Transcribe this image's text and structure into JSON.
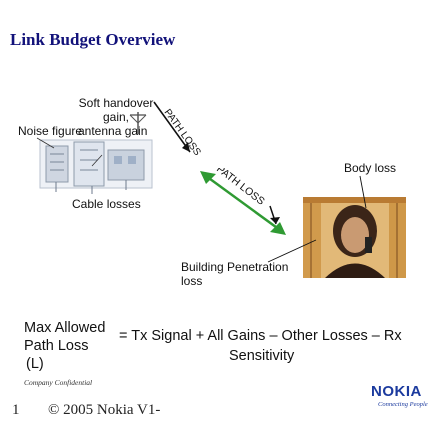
{
  "title": "Link Budget Overview",
  "labels": {
    "soft_handover": "Soft handover",
    "gain": "gain,",
    "antenna_gain": "antenna gain",
    "noise_figure": "Noise figure",
    "cable_losses": "Cable losses",
    "body_loss": "Body loss",
    "building_penetration": "Building Penetration",
    "building_loss": "loss",
    "path_loss_upper": "PATH LOSS",
    "path_loss_lower": "PATH LOSS"
  },
  "formula": {
    "lhs_line1": "Max Allowed",
    "lhs_line2": "Path Loss",
    "lhs_line3": "(L)",
    "rhs_line1": "= Tx Signal + All Gains – Other Losses – Rx",
    "rhs_line2": "Sensitivity"
  },
  "footer": {
    "confidential": "Company Confidential",
    "slide_number": "1",
    "copyright": "© 2005 Nokia V1-",
    "brand": "NOKIA",
    "tagline": "Connecting People"
  },
  "colors": {
    "title": "#12127a",
    "arrow_green": "#2f9a33",
    "brand_blue": "#1b3a9e"
  }
}
